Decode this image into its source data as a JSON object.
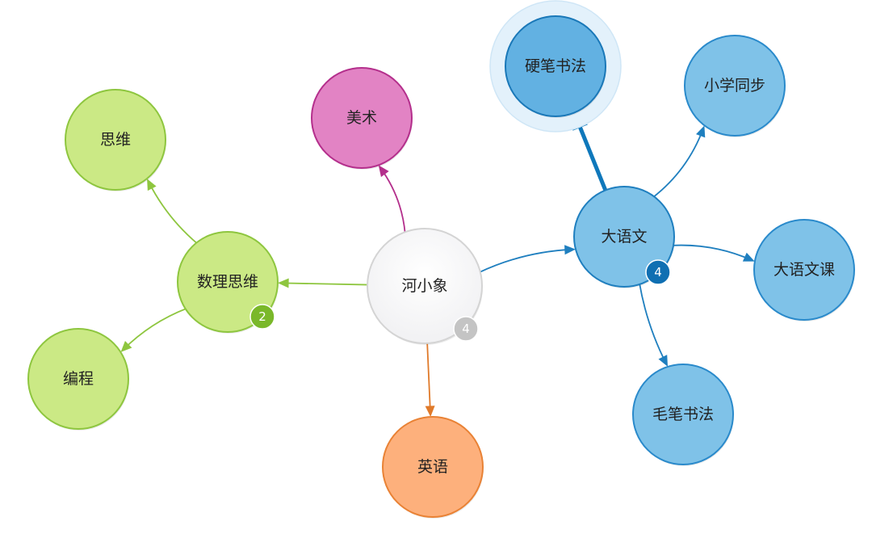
{
  "mindmap": {
    "root": {
      "id": "root",
      "label": "河小象",
      "badge": "4",
      "fill": "#ffffff",
      "stroke": "#d4d4d4",
      "badge_color": "#c4c4c4"
    },
    "nodes": [
      {
        "id": "art",
        "label": "美术",
        "parent": "root",
        "fill": "#e283c4",
        "stroke": "#b42f8c",
        "line": "#b42f8c"
      },
      {
        "id": "math",
        "label": "数理思维",
        "parent": "root",
        "badge": "2",
        "fill": "#cbe985",
        "stroke": "#8ec63f",
        "line": "#8ec63f",
        "badge_color": "#7ab82a"
      },
      {
        "id": "think",
        "label": "思维",
        "parent": "math",
        "fill": "#cbe985",
        "stroke": "#8ec63f",
        "line": "#8ec63f"
      },
      {
        "id": "code",
        "label": "编程",
        "parent": "math",
        "fill": "#cbe985",
        "stroke": "#8ec63f",
        "line": "#8ec63f"
      },
      {
        "id": "english",
        "label": "英语",
        "parent": "root",
        "fill": "#fdb07c",
        "stroke": "#e98235",
        "line": "#e07a2a"
      },
      {
        "id": "chinese",
        "label": "大语文",
        "parent": "root",
        "badge": "4",
        "fill": "#7fc2e8",
        "stroke": "#1f7fbf",
        "line": "#1f7fbf",
        "badge_color": "#0f6fb2"
      },
      {
        "id": "pen",
        "label": "硬笔书法",
        "parent": "chinese",
        "fill": "#62b1e2",
        "stroke": "#1a78b8",
        "line": "#0f78bb",
        "selected": true
      },
      {
        "id": "sync",
        "label": "小学同步",
        "parent": "chinese",
        "fill": "#7fc2e8",
        "stroke": "#2a8acb",
        "line": "#1f7fbf"
      },
      {
        "id": "course",
        "label": "大语文课",
        "parent": "chinese",
        "fill": "#7fc2e8",
        "stroke": "#2a8acb",
        "line": "#1f7fbf"
      },
      {
        "id": "brush",
        "label": "毛笔书法",
        "parent": "chinese",
        "fill": "#7fc2e8",
        "stroke": "#2a8acb",
        "line": "#1f7fbf"
      }
    ]
  }
}
